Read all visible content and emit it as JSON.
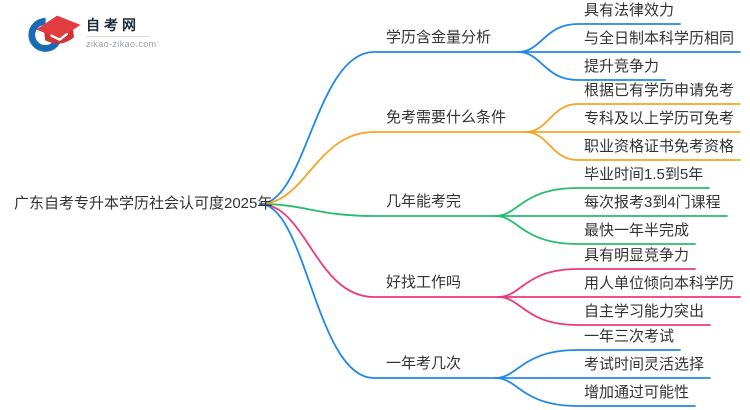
{
  "logo": {
    "icon": "graduation-cap",
    "site_name": "自考网",
    "site_url": "zikao-zikao.com",
    "colors": {
      "crescent_blue": "#1a6bb5",
      "cap_red": "#e23b40",
      "cap_red_dark": "#cf3338"
    }
  },
  "mindmap": {
    "root": {
      "label": "广东自考专升本学历社会认可度2025年"
    },
    "branches": [
      {
        "label": "学历含金量分析",
        "color": "#2288e6",
        "children": [
          "具有法律效力",
          "与全日制本科学历相同",
          "提升竞争力"
        ]
      },
      {
        "label": "免考需要什么条件",
        "color": "#f7a426",
        "children": [
          "根据已有学历申请免考",
          "专科及以上学历可免考",
          "职业资格证书免考资格"
        ]
      },
      {
        "label": "几年能考完",
        "color": "#27bd68",
        "children": [
          "毕业时间1.5到5年",
          "每次报考3到4门课程",
          "最快一年半完成"
        ]
      },
      {
        "label": "好找工作吗",
        "color": "#ec3a7c",
        "children": [
          "具有明显竞争力",
          "用人单位倾向本科学历",
          "自主学习能力突出"
        ]
      },
      {
        "label": "一年考几次",
        "color": "#2288e6",
        "children": [
          "一年三次考试",
          "考试时间灵活选择",
          "增加通过可能性"
        ]
      }
    ]
  }
}
